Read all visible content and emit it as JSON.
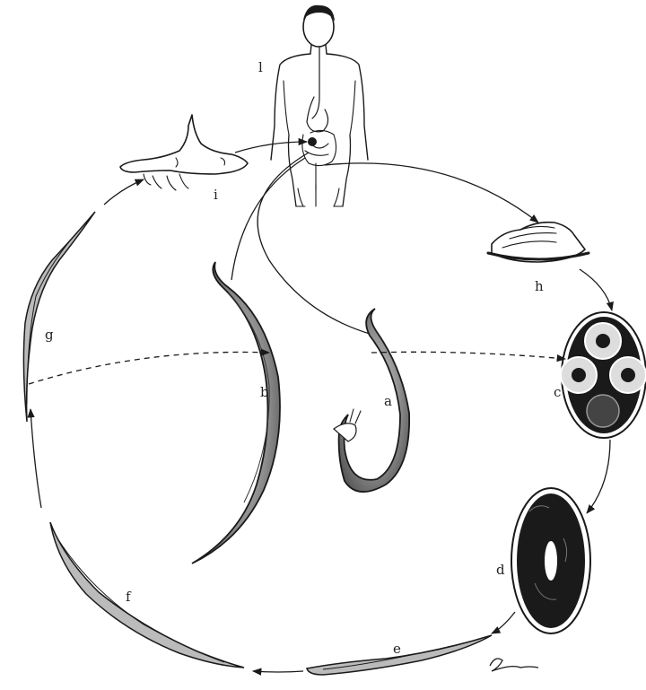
{
  "labels": {
    "human": "l",
    "foot": "i",
    "stool": "h",
    "egg_morula": "c",
    "egg_larva": "d",
    "rhabditiform_larva": "e",
    "larva_growing": "f",
    "filariform_larva": "g",
    "adult_female": "b",
    "adult_male": "a"
  },
  "signature": "Romano"
}
